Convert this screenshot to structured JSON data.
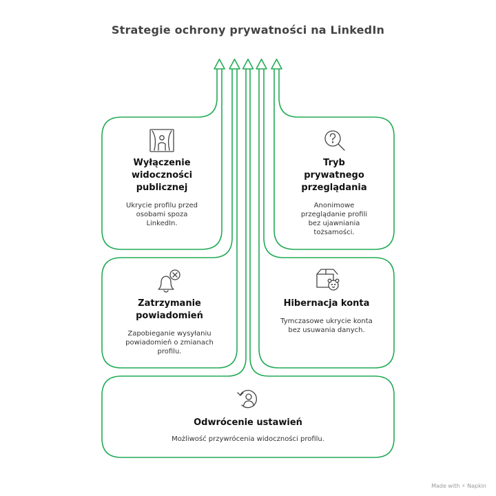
{
  "title": "Strategie ochrony prywatności na LinkedIn",
  "accent_color": "#22aa55",
  "cards": [
    {
      "id": "visibility",
      "icon": "curtains-person-icon",
      "title": "Wyłączenie\nwidoczności\npublicznej",
      "description": "Ukrycie profilu przed\nosobami spoza\nLinkedIn."
    },
    {
      "id": "private-mode",
      "icon": "question-magnifier-icon",
      "title": "Tryb\nprywatnego\nprzeglądania",
      "description": "Anonimowe\nprzeglądanie profili\nbez ujawniania\ntożsamości."
    },
    {
      "id": "notifications",
      "icon": "bell-cancel-icon",
      "title": "Zatrzymanie\npowiadomień",
      "description": "Zapobieganie wysyłaniu\npowiadomień o zmianach\nprofilu."
    },
    {
      "id": "hibernate",
      "icon": "box-bear-icon",
      "title": "Hibernacja konta",
      "description": "Tymczasowe ukrycie konta\nbez usuwania danych."
    },
    {
      "id": "revert",
      "icon": "user-restore-icon",
      "title": "Odwrócenie ustawień",
      "description": "Możliwość przywrócenia widoczności profilu."
    }
  ],
  "footer": "Made with ⚡ Napkin"
}
